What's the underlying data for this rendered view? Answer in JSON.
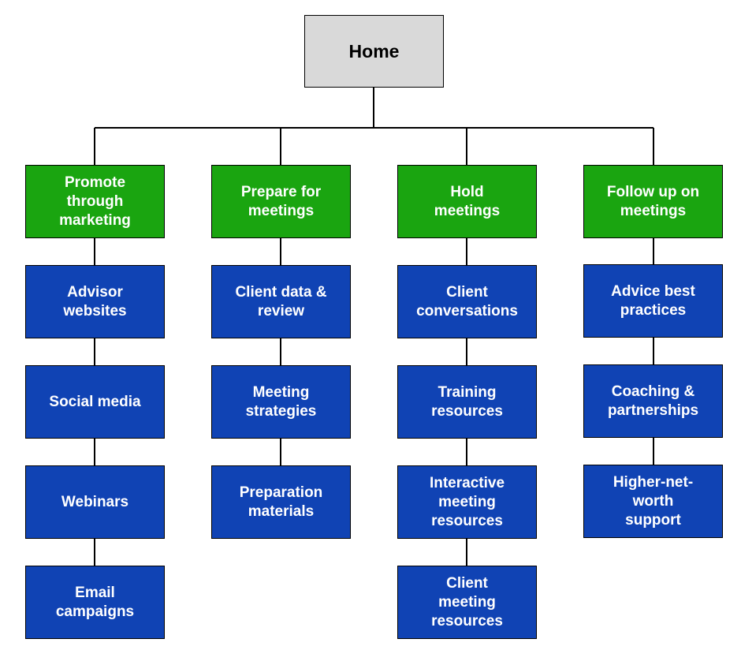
{
  "root": {
    "label": "Home"
  },
  "branches": [
    {
      "label": "Promote through marketing",
      "children": [
        "Advisor websites",
        "Social media",
        "Webinars",
        "Email campaigns"
      ]
    },
    {
      "label": "Prepare for meetings",
      "children": [
        "Client data & review",
        "Meeting strategies",
        "Preparation materials"
      ]
    },
    {
      "label": "Hold meetings",
      "children": [
        "Client conversations",
        "Training resources",
        "Interactive meeting resources",
        "Client meeting resources"
      ]
    },
    {
      "label": "Follow up on meetings",
      "children": [
        "Advice best practices",
        "Coaching & partnerships",
        "Higher-net-worth support"
      ]
    }
  ],
  "colors": {
    "root_fill": "#d9d9d9",
    "category_fill": "#1aa510",
    "leaf_fill": "#1043b4",
    "line": "#000000"
  }
}
